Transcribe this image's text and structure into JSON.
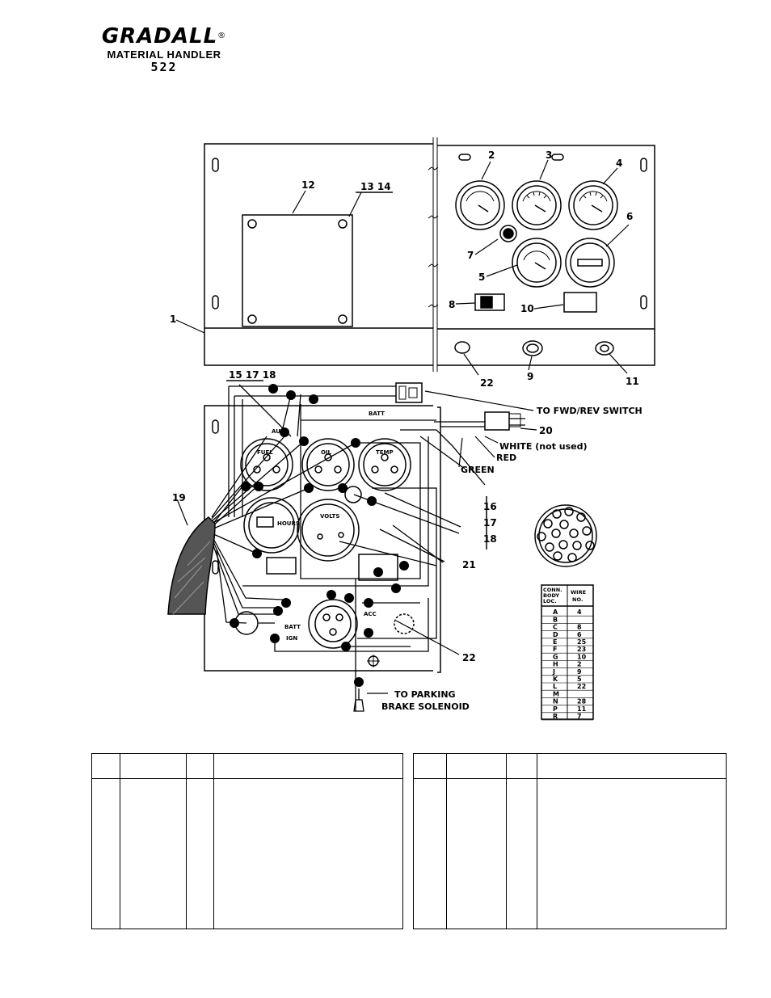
{
  "header": {
    "brand": "GRADALL",
    "registered": "®",
    "subtitle": "MATERIAL HANDLER",
    "model": "522"
  },
  "panel_callouts": [
    "1",
    "2",
    "3",
    "4",
    "5",
    "6",
    "7",
    "8",
    "9",
    "10",
    "11",
    "12",
    "13 14",
    "22"
  ],
  "wiring_labels": {
    "item_15_17_18": "15 17 18",
    "item_19": "19",
    "item_20": "20",
    "item_21": "21",
    "item_22": "22",
    "items_16_17_18": [
      "16",
      "17",
      "18"
    ],
    "fwd_rev": "TO FWD/REV SWITCH",
    "white": "WHITE (not used)",
    "red": "RED",
    "green": "GREEN",
    "parking_1": "TO PARKING",
    "parking_2": "BRAKE SOLENOID",
    "aux": "AUX",
    "batt_top": "BATT",
    "fuel": "FUEL",
    "oil": "OIL",
    "temp": "TEMP",
    "hours": "HOURS",
    "volts": "VOLTS",
    "batt": "BATT",
    "ign": "IGN",
    "acc": "ACC"
  },
  "connector_table": {
    "headers": [
      "CONN. BODY LOC.",
      "WIRE NO."
    ],
    "rows": [
      [
        "A",
        "4"
      ],
      [
        "B",
        ""
      ],
      [
        "C",
        "8"
      ],
      [
        "D",
        "6"
      ],
      [
        "E",
        "25"
      ],
      [
        "F",
        "23"
      ],
      [
        "G",
        "10"
      ],
      [
        "H",
        "2"
      ],
      [
        "J",
        "9"
      ],
      [
        "K",
        "5"
      ],
      [
        "L",
        "22"
      ],
      [
        "M",
        ""
      ],
      [
        "N",
        "28"
      ],
      [
        "P",
        "11"
      ],
      [
        "R",
        "7"
      ]
    ]
  },
  "parts_tables": [
    {
      "name": "left"
    },
    {
      "name": "right"
    }
  ]
}
